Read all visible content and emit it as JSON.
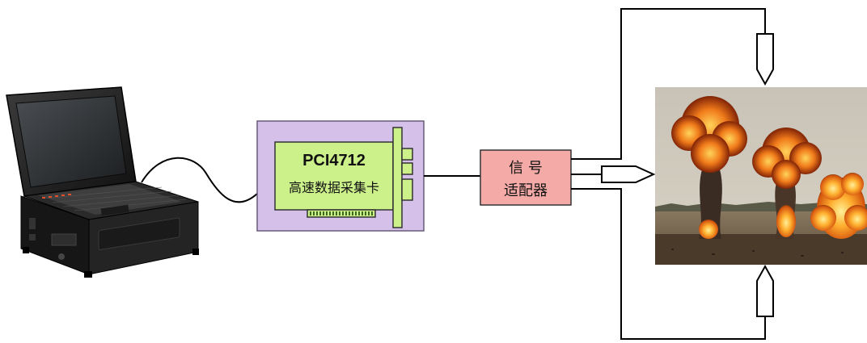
{
  "diagram": {
    "daq_card": {
      "model": "PCI4712",
      "name": "高速数据采集卡",
      "board_color": "#ccf08a",
      "panel_color": "#d4c0e8"
    },
    "adapter": {
      "line1": "信 号",
      "line2": "适配器",
      "color": "#f4aaa6"
    },
    "laptop": {
      "kind": "rugged-portable-computer"
    },
    "scene": {
      "kind": "explosion-fireball-photo"
    },
    "sensors": {
      "kind": "pressure-probe",
      "count": 3
    }
  }
}
